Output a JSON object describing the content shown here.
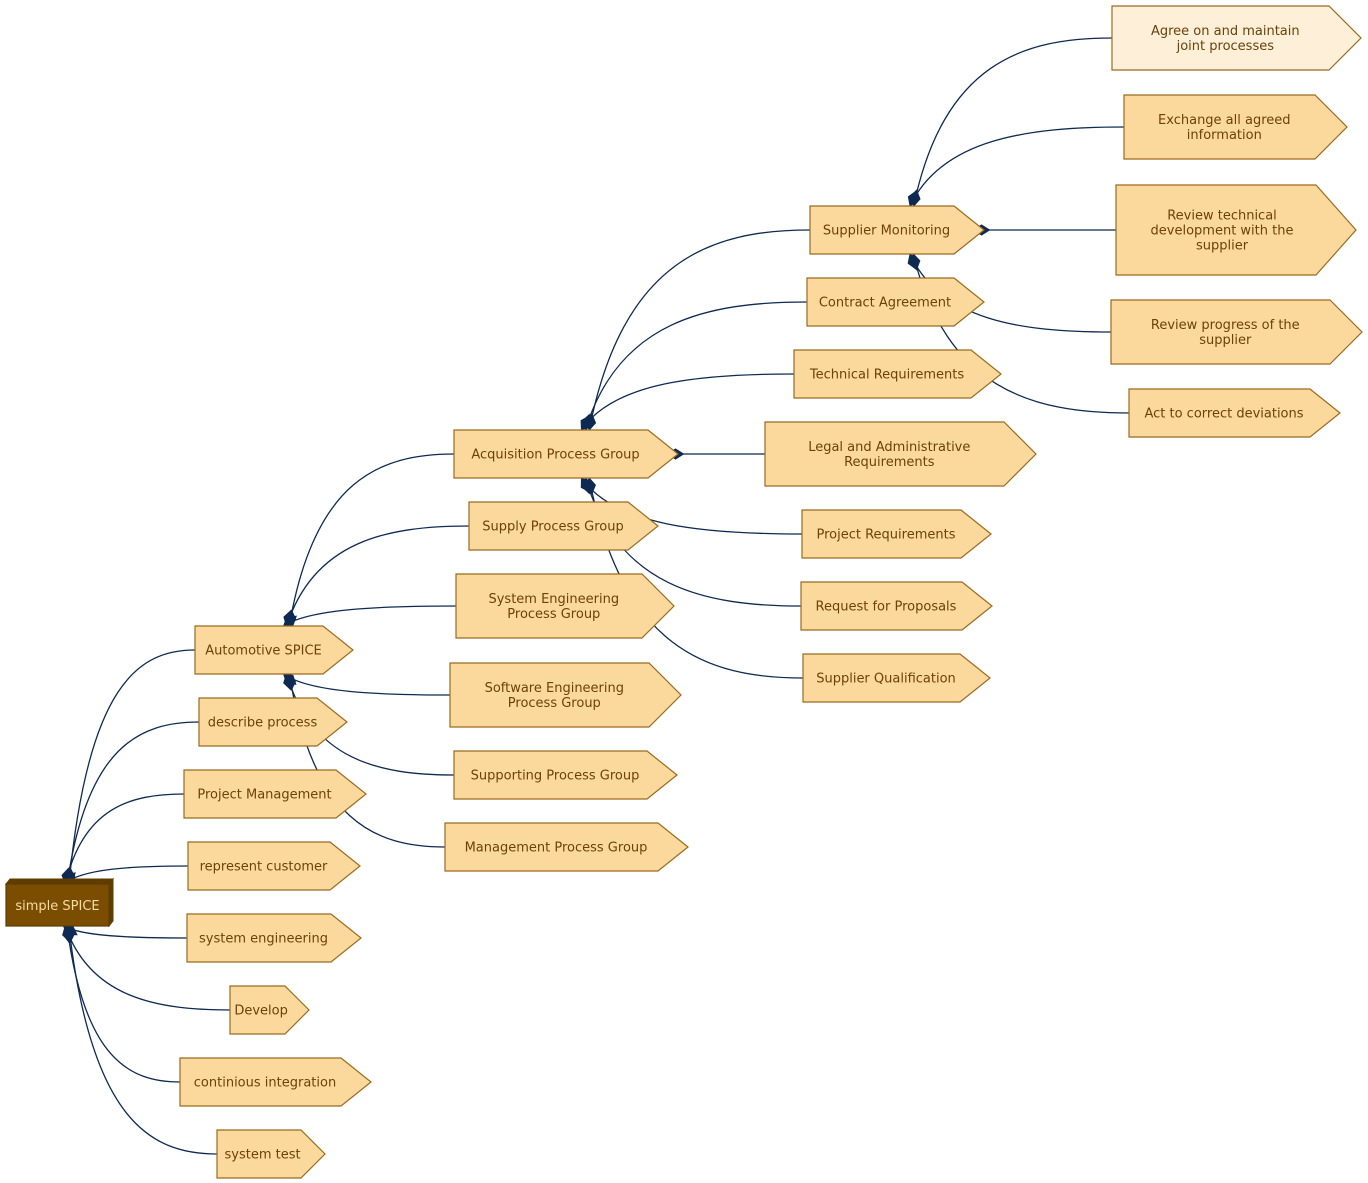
{
  "diagram": {
    "root": {
      "label": "simple SPICE"
    },
    "nodes": {
      "automotive_spice": [
        "Automotive SPICE"
      ],
      "describe_process": [
        "describe process"
      ],
      "project_management": [
        "Project Management"
      ],
      "represent_customer": [
        "represent customer"
      ],
      "system_engineering": [
        "system engineering"
      ],
      "develop": [
        "Develop"
      ],
      "continious_integration": [
        "continious integration"
      ],
      "system_test": [
        "system test"
      ],
      "acquisition_process_group": [
        "Acquisition Process Group"
      ],
      "supply_process_group": [
        "Supply Process Group"
      ],
      "system_engineering_process_group": [
        "System Engineering",
        "Process Group"
      ],
      "software_engineering_process_group": [
        "Software Engineering",
        "Process Group"
      ],
      "supporting_process_group": [
        "Supporting Process Group"
      ],
      "management_process_group": [
        "Management Process Group"
      ],
      "supplier_monitoring": [
        "Supplier Monitoring"
      ],
      "contract_agreement": [
        "Contract Agreement"
      ],
      "technical_requirements": [
        "Technical Requirements"
      ],
      "legal_and_administrative_requirements": [
        "Legal and Administrative",
        "Requirements"
      ],
      "project_requirements": [
        "Project Requirements"
      ],
      "request_for_proposals": [
        "Request for Proposals"
      ],
      "supplier_qualification": [
        "Supplier Qualification"
      ],
      "agree_on_and_maintain_joint_processes": [
        "Agree on and maintain",
        "joint processes"
      ],
      "exchange_all_agreed_information": [
        "Exchange all agreed",
        "information"
      ],
      "review_technical_development": [
        "Review technical",
        "development with the",
        "supplier"
      ],
      "review_progress_of_the_supplier": [
        "Review progress of the",
        "supplier"
      ],
      "act_to_correct_deviations": [
        "Act to correct deviations"
      ]
    },
    "highlighted_node": "agree_on_and_maintain_joint_processes",
    "edges": [
      [
        "root",
        "automotive_spice"
      ],
      [
        "root",
        "describe_process"
      ],
      [
        "root",
        "project_management"
      ],
      [
        "root",
        "represent_customer"
      ],
      [
        "root",
        "system_engineering"
      ],
      [
        "root",
        "develop"
      ],
      [
        "root",
        "continious_integration"
      ],
      [
        "root",
        "system_test"
      ],
      [
        "automotive_spice",
        "acquisition_process_group"
      ],
      [
        "automotive_spice",
        "supply_process_group"
      ],
      [
        "automotive_spice",
        "system_engineering_process_group"
      ],
      [
        "automotive_spice",
        "software_engineering_process_group"
      ],
      [
        "automotive_spice",
        "supporting_process_group"
      ],
      [
        "automotive_spice",
        "management_process_group"
      ],
      [
        "acquisition_process_group",
        "supplier_monitoring"
      ],
      [
        "acquisition_process_group",
        "contract_agreement"
      ],
      [
        "acquisition_process_group",
        "technical_requirements"
      ],
      [
        "acquisition_process_group",
        "legal_and_administrative_requirements"
      ],
      [
        "acquisition_process_group",
        "project_requirements"
      ],
      [
        "acquisition_process_group",
        "request_for_proposals"
      ],
      [
        "acquisition_process_group",
        "supplier_qualification"
      ],
      [
        "supplier_monitoring",
        "agree_on_and_maintain_joint_processes"
      ],
      [
        "supplier_monitoring",
        "exchange_all_agreed_information"
      ],
      [
        "supplier_monitoring",
        "review_technical_development"
      ],
      [
        "supplier_monitoring",
        "review_progress_of_the_supplier"
      ],
      [
        "supplier_monitoring",
        "act_to_correct_deviations"
      ]
    ],
    "colors": {
      "node_fill": "#fbd99d",
      "node_fill_highlight": "#fdefd8",
      "node_border": "#9a6b1f",
      "node_text": "#6b4208",
      "root_fill": "#7a4d00",
      "root_text": "#f6dca8",
      "edge": "#0f2a52"
    }
  }
}
